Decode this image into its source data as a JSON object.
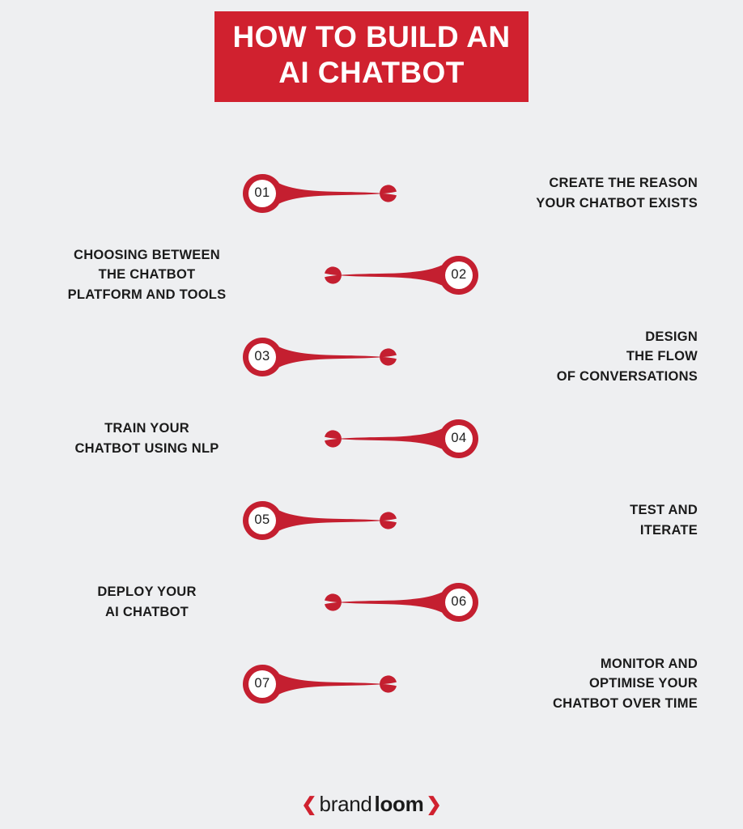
{
  "header": {
    "title_lines": [
      "HOW TO BUILD AN",
      "AI CHATBOT"
    ],
    "banner_color": "#D0212F",
    "title_color": "#FFFFFF"
  },
  "theme": {
    "background": "#EEEFF1",
    "accent_red": "#D0212F",
    "deep_red": "#C41F30",
    "text_color": "#1B1B1B",
    "inner_circle": "#FFFFFF"
  },
  "steps": [
    {
      "number": "01",
      "side": "right",
      "label_lines": [
        "CREATE THE REASON",
        "YOUR CHATBOT EXISTS"
      ]
    },
    {
      "number": "02",
      "side": "left",
      "label_lines": [
        "CHOOSING BETWEEN",
        "THE CHATBOT",
        "PLATFORM AND TOOLS"
      ]
    },
    {
      "number": "03",
      "side": "right",
      "label_lines": [
        "DESIGN",
        "THE FLOW",
        "OF CONVERSATIONS"
      ]
    },
    {
      "number": "04",
      "side": "left",
      "label_lines": [
        "TRAIN YOUR",
        "CHATBOT USING NLP"
      ]
    },
    {
      "number": "05",
      "side": "right",
      "label_lines": [
        "TEST AND",
        "ITERATE"
      ]
    },
    {
      "number": "06",
      "side": "left",
      "label_lines": [
        "DEPLOY YOUR",
        "AI CHATBOT"
      ]
    },
    {
      "number": "07",
      "side": "right",
      "label_lines": [
        "MONITOR AND",
        "OPTIMISE YOUR",
        "CHATBOT OVER TIME"
      ]
    }
  ],
  "footer": {
    "logo_left_chevron": "❮",
    "logo_text_light": "brand",
    "logo_text_bold": "loom",
    "logo_right_chevron": "❯"
  }
}
